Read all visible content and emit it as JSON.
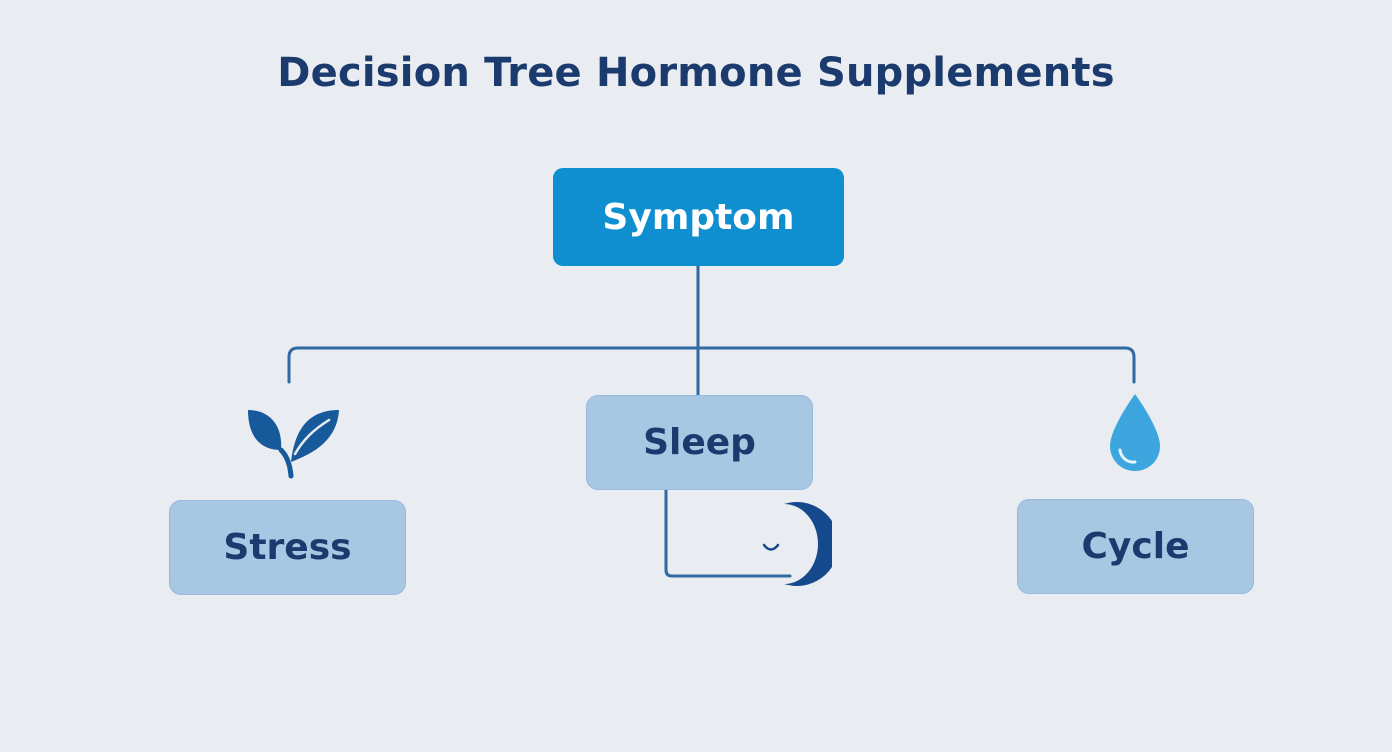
{
  "title": "Decision Tree Hormone Supplements",
  "nodes": {
    "root": "Symptom",
    "stress": "Stress",
    "sleep": "Sleep",
    "cycle": "Cycle"
  },
  "icons": {
    "stress": "leaf-icon",
    "sleep": "moon-icon",
    "cycle": "water-drop-icon"
  },
  "colors": {
    "background": "#e9ecf0",
    "title": "#1b3a6e",
    "root_fill": "#0f8fd0",
    "child_fill": "#a8c7e3",
    "connector": "#2f6aa3",
    "leaf": "#175a9c",
    "drop": "#3ea6de",
    "moon": "#15498e"
  }
}
